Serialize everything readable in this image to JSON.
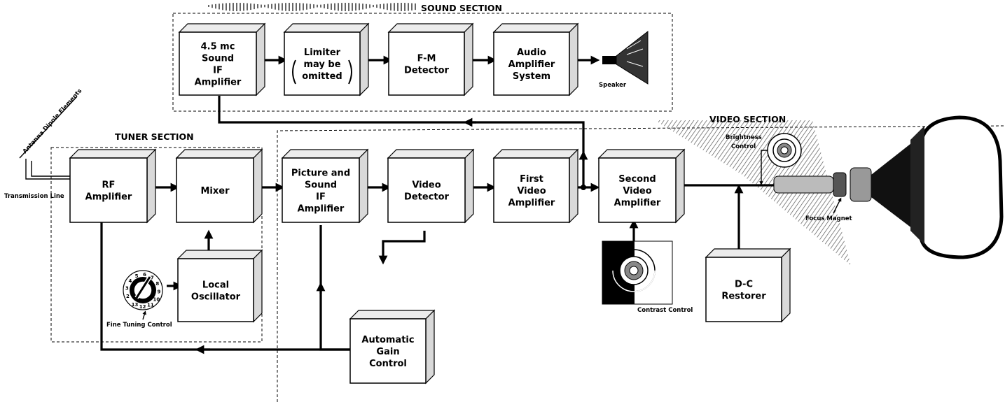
{
  "sections": {
    "sound": "SOUND SECTION",
    "tuner": "TUNER SECTION",
    "video": "VIDEO SECTION"
  },
  "blocks": {
    "sound_if": [
      "4.5 mc",
      "Sound",
      "IF",
      "Amplifier"
    ],
    "limiter": [
      "Limiter",
      "may be",
      "omitted"
    ],
    "fm_detector": [
      "F-M",
      "Detector"
    ],
    "audio_amp": [
      "Audio",
      "Amplifier",
      "System"
    ],
    "rf_amp": [
      "RF",
      "Amplifier"
    ],
    "mixer": [
      "Mixer"
    ],
    "local_osc": [
      "Local",
      "Oscillator"
    ],
    "pic_sound_if": [
      "Picture and",
      "Sound",
      "IF",
      "Amplifier"
    ],
    "video_detector": [
      "Video",
      "Detector"
    ],
    "first_video": [
      "First",
      "Video",
      "Amplifier"
    ],
    "second_video": [
      "Second",
      "Video",
      "Amplifier"
    ],
    "agc": [
      "Automatic",
      "Gain",
      "Control"
    ],
    "dc_restorer": [
      "D-C",
      "Restorer"
    ]
  },
  "labels": {
    "speaker": "Speaker",
    "antenna": "Antenna Dipole Elements",
    "transmission_line": "Transmission Line",
    "fine_tuning": "Fine Tuning Control",
    "brightness": [
      "Brightness",
      "Control"
    ],
    "contrast": "Contrast Control",
    "focus_magnet": "Focus Magnet"
  },
  "dial_numbers": [
    "2",
    "3",
    "4",
    "5",
    "6",
    "7",
    "8",
    "9",
    "10",
    "11",
    "12",
    "13"
  ],
  "icons": {
    "speaker": "speaker-icon",
    "tuning_dial": "tuning-dial-icon",
    "brightness_knob": "knob-icon",
    "contrast_knob": "knob-icon",
    "crt": "picture-tube-icon",
    "antenna": "antenna-icon"
  }
}
